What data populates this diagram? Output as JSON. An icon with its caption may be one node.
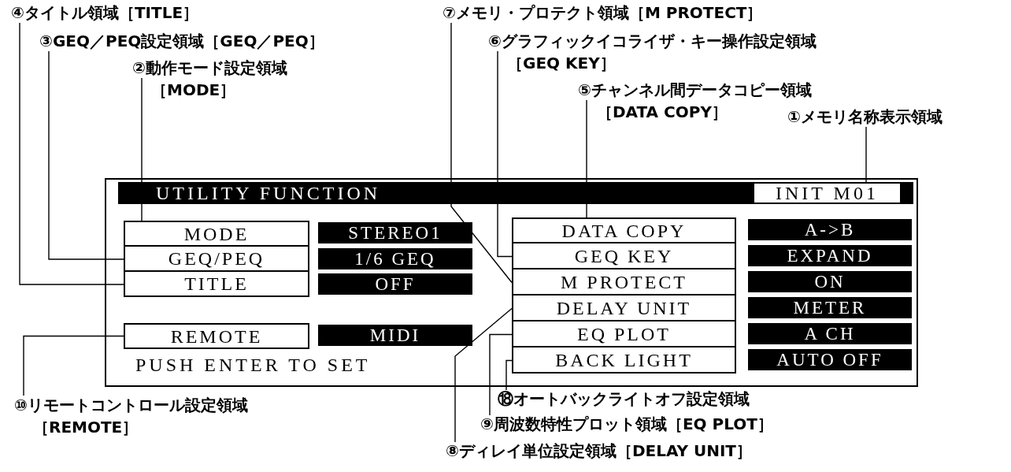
{
  "diagram": {
    "nodes": [
      {
        "text": [],
        "shape": "box"
      },
      {
        "text": [
          "UTILITY FUNCTION"
        ],
        "in": 0
      },
      {
        "text": [
          "INIT M01"
        ],
        "in": 1
      },
      {
        "text": [
          "MODE"
        ],
        "in": 0
      },
      {
        "text": [
          "GEQ/PEQ"
        ],
        "in": 0
      },
      {
        "text": [
          "TITLE"
        ],
        "in": 0
      },
      {
        "text": [
          "STEREO1"
        ],
        "in": 0
      },
      {
        "text": [
          "1/6 GEQ"
        ],
        "in": 0
      },
      {
        "text": [
          "OFF"
        ],
        "in": 0
      },
      {
        "text": [
          "REMOTE"
        ],
        "in": 0
      },
      {
        "text": [
          "MIDI"
        ],
        "in": 0
      },
      {
        "text": [
          "DATA COPY"
        ],
        "in": 0
      },
      {
        "text": [
          "GEQ KEY"
        ],
        "in": 0
      },
      {
        "text": [
          "M PROTECT"
        ],
        "in": 0
      },
      {
        "text": [
          "DELAY UNIT"
        ],
        "in": 0
      },
      {
        "text": [
          "EQ PLOT"
        ],
        "in": 0
      },
      {
        "text": [
          "BACK LIGHT"
        ],
        "in": 0
      },
      {
        "text": [
          "A->B"
        ],
        "in": 0
      },
      {
        "text": [
          "EXPAND"
        ],
        "in": 0
      },
      {
        "text": [
          "ON"
        ],
        "in": 0
      },
      {
        "text": [
          "METER"
        ],
        "in": 0
      },
      {
        "text": [
          "A CH"
        ],
        "in": 0
      },
      {
        "text": [
          "AUTO OFF"
        ],
        "in": 0
      },
      {
        "text": [
          "④タイトル領域［TITLE］"
        ]
      },
      {
        "text": [
          "⑦メモリ・プロテクト領域［M PROTECT］"
        ]
      },
      {
        "text": [
          "③GEQ／PEQ設定領域［GEQ／PEQ］"
        ]
      },
      {
        "text": [
          "⑥グラフィックイコライザ・キー操作設定領域［GEQ KEY］"
        ]
      },
      {
        "text": [
          "②動作モード設定領域［MODE］"
        ]
      },
      {
        "text": [
          "⑤チャンネル間データコピー領域［DATA COPY］"
        ]
      },
      {
        "text": [
          "①メモリ名称表示領域"
        ]
      },
      {
        "text": [
          "⑩リモートコントロール設定領域［REMOTE］"
        ]
      },
      {
        "text": [
          "⑱オートバックライトオフ設定領域"
        ]
      },
      {
        "text": [
          "⑨周波数特性プロット領域［EQ PLOT］"
        ]
      },
      {
        "text": [
          "⑧ディレイ単位設定領域［DELAY UNIT］"
        ]
      }
    ],
    "edges": [
      {
        "from": 23,
        "to": 5,
        "arrow": "none"
      },
      {
        "from": 24,
        "to": 13,
        "arrow": "none"
      },
      {
        "from": 25,
        "to": 4,
        "arrow": "none"
      },
      {
        "from": 26,
        "to": 12,
        "arrow": "none"
      },
      {
        "from": 27,
        "to": 3,
        "arrow": "none"
      },
      {
        "from": 28,
        "to": 11,
        "arrow": "none"
      },
      {
        "from": 29,
        "to": 2,
        "arrow": "none"
      },
      {
        "from": 30,
        "to": 9,
        "arrow": "none"
      },
      {
        "from": 31,
        "to": 16,
        "arrow": "none"
      },
      {
        "from": 32,
        "to": 15,
        "arrow": "none"
      },
      {
        "from": 33,
        "to": 14,
        "arrow": "none"
      }
    ],
    "labels": [
      "PUSH ENTER TO SET"
    ]
  }
}
